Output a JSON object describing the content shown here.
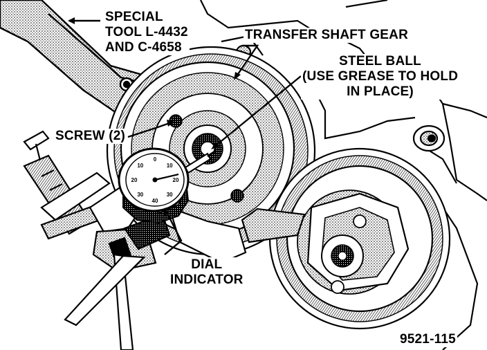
{
  "labels": {
    "special_tool": [
      "SPECIAL",
      "TOOL L-4432",
      "AND C-4658"
    ],
    "transfer_shaft_gear": "TRANSFER SHAFT GEAR",
    "steel_ball": [
      "STEEL BALL",
      "(USE GREASE TO HOLD",
      "IN PLACE)"
    ],
    "screw": "SCREW (2)",
    "dial_indicator": [
      "DIAL",
      "INDICATOR"
    ],
    "figure_number": "9521-115"
  },
  "dial_face": {
    "numbers": [
      "0",
      "10",
      "20",
      "30",
      "40",
      "30",
      "20",
      "10"
    ]
  },
  "colors": {
    "ink": "#000000",
    "paper": "#ffffff",
    "shade": "#555555"
  }
}
